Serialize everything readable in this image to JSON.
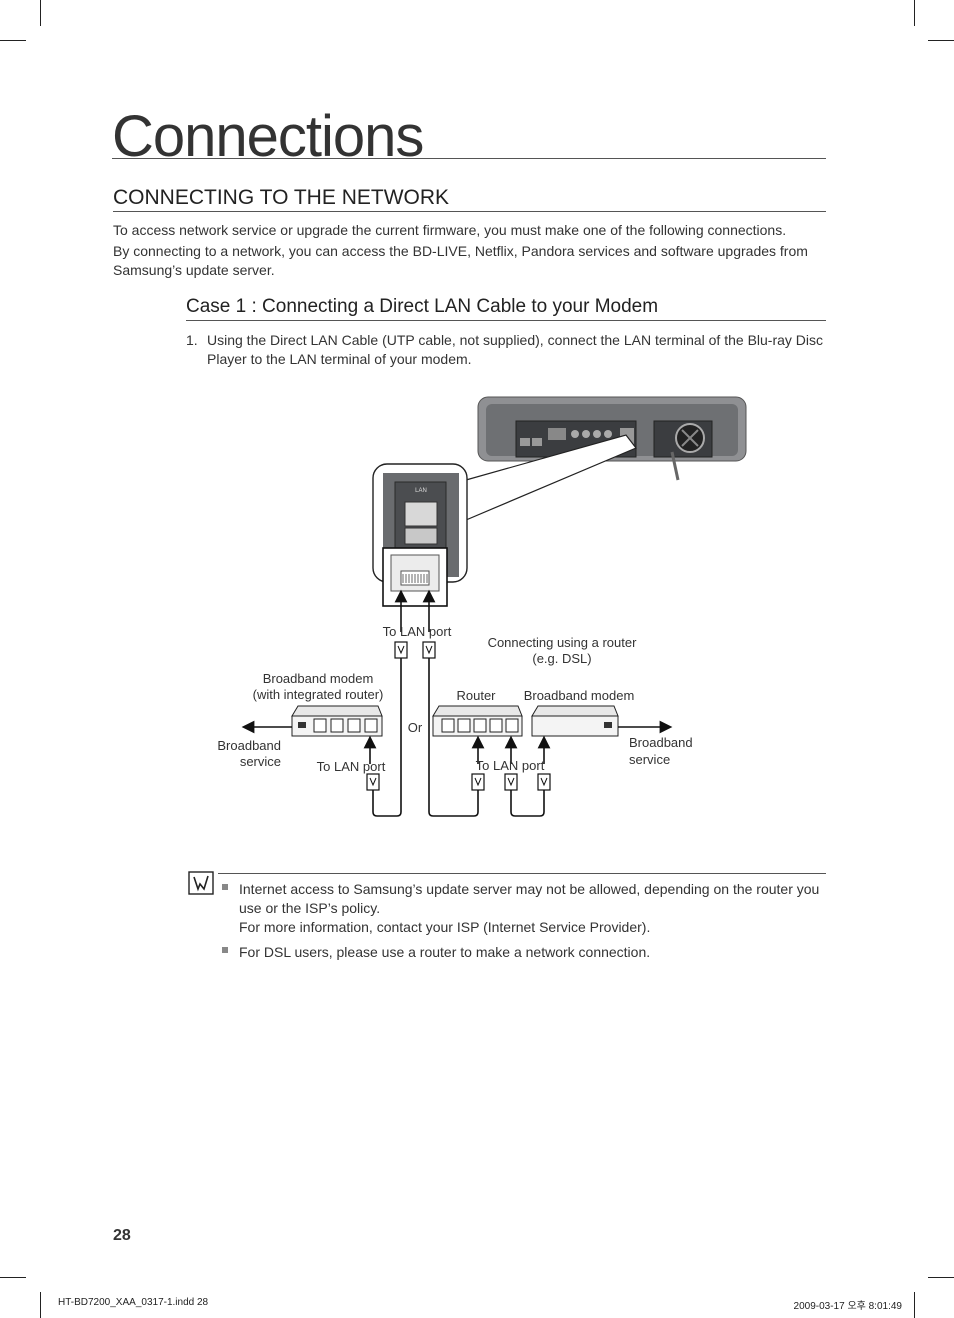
{
  "chapter_title": "Connections",
  "section_heading": "CONNECTING TO THE NETWORK",
  "intro": [
    "To access network service or upgrade the current firmware, you must make one of the following connections.",
    "By connecting to a network, you can access the BD-LIVE, Netflix, Pandora services and software upgrades from Samsung’s update server."
  ],
  "case_heading": "Case 1 : Connecting a Direct LAN Cable to your Modem",
  "step": {
    "number": "1.",
    "text": "Using the Direct LAN Cable (UTP cable, not supplied), connect the LAN terminal of the Blu-ray Disc Player to the LAN terminal of your modem."
  },
  "diagram": {
    "lan_panel_label": "LAN",
    "to_lan_port_top": "To LAN port",
    "router_caption_1": "Connecting using a router",
    "router_caption_2": "(e.g. DSL)",
    "modem_integrated_1": "Broadband modem",
    "modem_integrated_2": "(with integrated router)",
    "router_label": "Router",
    "broadband_modem_label": "Broadband modem",
    "or_label": "Or",
    "broadband_service_left_1": "Broadband",
    "broadband_service_left_2": "service",
    "broadband_service_right_1": "Broadband",
    "broadband_service_right_2": "service",
    "to_lan_port_left": "To LAN port",
    "to_lan_port_right": "To LAN port"
  },
  "notes": [
    {
      "line1": "Internet access to Samsung’s update server may not be allowed, depending on the router you use or the ISP’s policy.",
      "line2": "For more information, contact your ISP (Internet Service Provider)."
    },
    {
      "line1": "For DSL users, please use a router to make a network connection."
    }
  ],
  "page_number": "28",
  "footer": {
    "file": "HT-BD7200_XAA_0317-1.indd   28",
    "timestamp": "2009-03-17   오후 8:01:49"
  }
}
